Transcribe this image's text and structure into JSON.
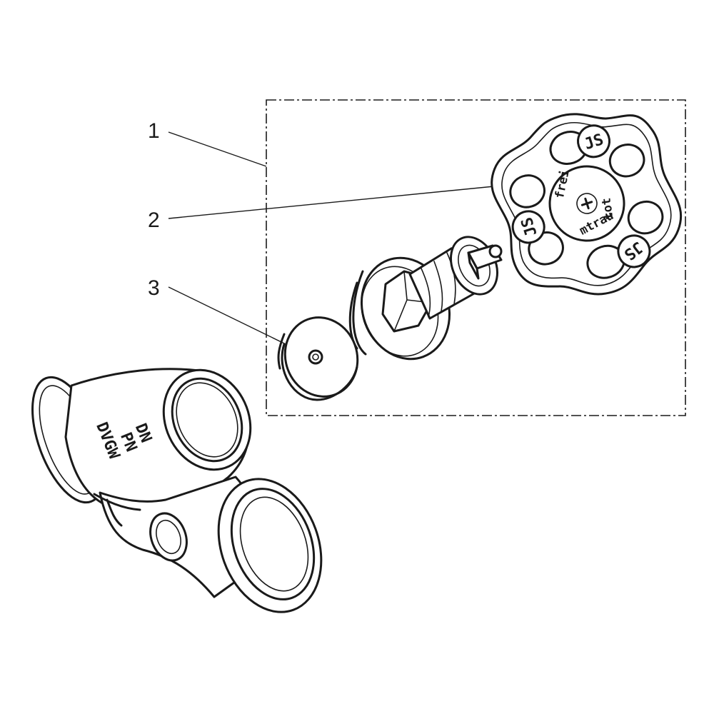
{
  "callouts": [
    {
      "number": "1",
      "part": "handwheel-assembly"
    },
    {
      "number": "2",
      "part": "handwheel"
    },
    {
      "number": "3",
      "part": "washer"
    }
  ],
  "handwheel": {
    "center_text": "frei",
    "ring_text": "mtrau",
    "ring_text_2": "tot",
    "logo_glyph": "JS"
  },
  "valve_body": {
    "markings": [
      "DN",
      "PN",
      "DVGW"
    ]
  },
  "colors": {
    "line": "#1a1a1a",
    "background": "#ffffff"
  }
}
